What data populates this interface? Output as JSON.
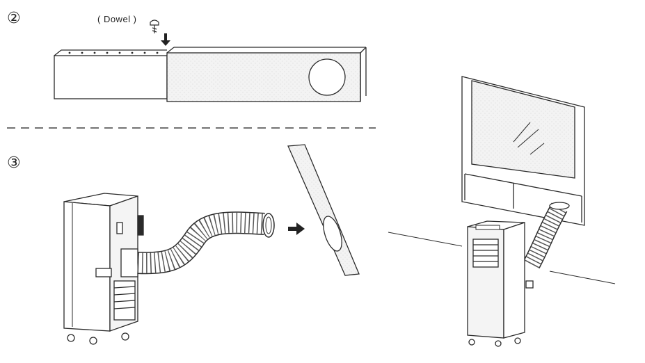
{
  "steps": {
    "step2": "②",
    "step3": "③"
  },
  "dowel_label": "( Dowel )",
  "icons": {
    "dowel": "dowel-screw-icon",
    "insert_arrow": "arrow-down-icon",
    "direction_arrow": "arrow-right-icon"
  },
  "colors": {
    "line": "#2a2a2a",
    "panel_fill": "#f2f2f2",
    "glass_fill": "#f4f4f4"
  }
}
